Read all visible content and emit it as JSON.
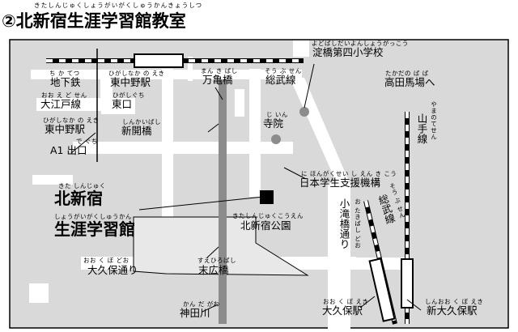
{
  "title": {
    "circled_number": "②",
    "text": "北新宿生涯学習館教室",
    "ruby": "きたしんじゅくしょうがいがくしゅうかんきょうしつ"
  },
  "labels": {
    "chikatetsu": {
      "text": "地下鉄",
      "ruby": "ち か てつ"
    },
    "oedo_line": {
      "text": "大江戸線",
      "ruby": "おお え ど せん"
    },
    "higashi_nakano_station": {
      "text": "東中野駅",
      "ruby": "ひがしなか の えき"
    },
    "a1_exit": {
      "text": "A1 出口",
      "ruby": "で ぐち"
    },
    "jr_higashi_nakano": {
      "text": "東中野駅",
      "ruby": "ひがしなか の えき"
    },
    "higashi_exit": {
      "text": "東口",
      "ruby": "ひがしぐち"
    },
    "mangame_bridge": {
      "text": "万亀橋",
      "ruby": "まん き ばし"
    },
    "sobu_line_top": {
      "text": "総武線",
      "ruby": "そう ぶ せん"
    },
    "yodobashi_school": {
      "text": "淀橋第四小学校",
      "ruby": "よどばしだいよんしょうがっこう"
    },
    "takadanobaba": {
      "text": "高田馬場へ",
      "ruby": "たかだの ば ば"
    },
    "temple": {
      "text": "寺院",
      "ruby": "じ いん"
    },
    "shinkai_bridge": {
      "text": "新開橋",
      "ruby": "しんかいばし"
    },
    "yamanote_line": {
      "text": "山手線",
      "ruby": "やまのてせん"
    },
    "japanese_support": {
      "text": "日本学生支援機構",
      "ruby": "に ほんがくせい し えん き こう"
    },
    "kitashinjuku_center_line1": {
      "text": "北新宿",
      "ruby": "きた しんじゅく"
    },
    "kitashinjuku_center_line2": {
      "text": "生涯学習館",
      "ruby": "しょうがいがくしゅうかん"
    },
    "kitashinjuku_park": {
      "text": "北新宿公園",
      "ruby": "きたしんじゅくこうえん"
    },
    "kotaki_bridge_street": {
      "text": "小滝橋通り",
      "ruby": "お たきばし どお"
    },
    "sobu_line_diag": {
      "text": "総武線",
      "ruby": "そう ぶ せん"
    },
    "okubo_street": {
      "text": "大久保通り",
      "ruby": "おお く ぼ どお"
    },
    "suehiro_bridge": {
      "text": "末広橋",
      "ruby": "すえひろばし"
    },
    "kanda_river": {
      "text": "神田川",
      "ruby": "かん だ がわ"
    },
    "okubo_station": {
      "text": "大久保駅",
      "ruby": "おお く ぼ えき"
    },
    "shin_okubo_station": {
      "text": "新大久保駅",
      "ruby": "しんおお く ぼ えき"
    }
  },
  "colors": {
    "map_background": "#d9d9d9",
    "road": "#ffffff",
    "river": "#8c8c8c",
    "facility": "#000000",
    "landmark": "#8c8c8c"
  }
}
